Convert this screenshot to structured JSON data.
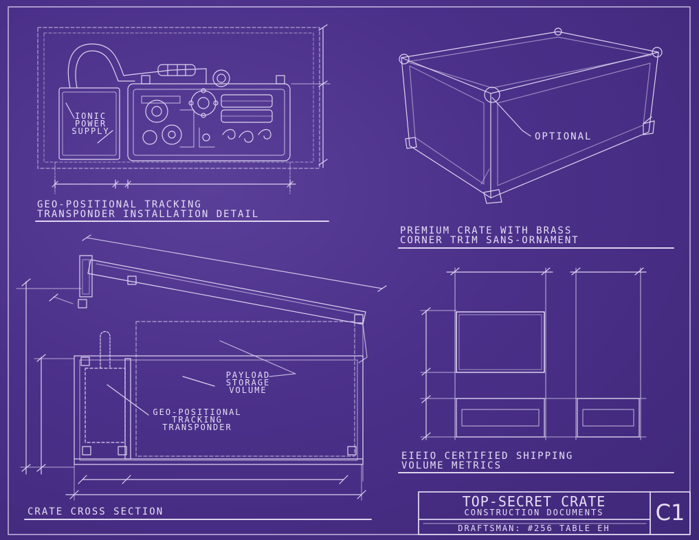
{
  "details": {
    "transponder_detail": {
      "caption_line1": "GEO-POSITIONAL TRACKING",
      "caption_line2": "TRANSPONDER INSTALLATION DETAIL",
      "power_label": [
        "IONIC",
        "POWER",
        "SUPPLY"
      ]
    },
    "premium_crate": {
      "caption_line1": "PREMIUM CRATE WITH BRASS",
      "caption_line2": "CORNER TRIM SANS-ORNAMENT",
      "callout": "OPTIONAL"
    },
    "cross_section": {
      "caption": "CRATE CROSS SECTION",
      "payload_label": [
        "PAYLOAD",
        "STORAGE",
        "VOLUME"
      ],
      "transponder_label": [
        "GEO-POSITIONAL",
        "TRACKING",
        "TRANSPONDER"
      ]
    },
    "shipping_metrics": {
      "caption_line1": "EIEIO CERTIFIED SHIPPING",
      "caption_line2": "VOLUME METRICS"
    }
  },
  "title_block": {
    "title": "TOP-SECRET CRATE",
    "subtitle": "CONSTRUCTION DOCUMENTS",
    "draftsman": "DRAFTSMAN: #256 TABLE EH",
    "sheet_number": "C1"
  },
  "colors": {
    "paper": "#4b3089",
    "line": "#ddd4f0",
    "text": "#e6def5"
  }
}
